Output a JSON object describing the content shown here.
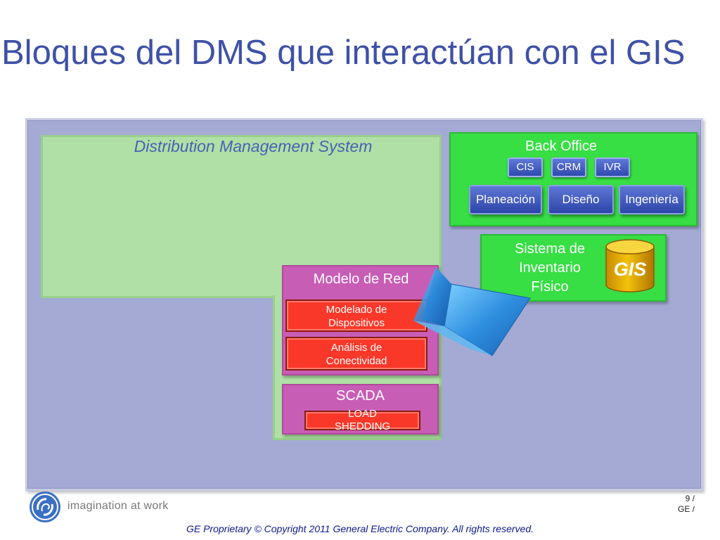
{
  "title": "Bloques del DMS que interactúan con el GIS",
  "diagram": {
    "dms_label": "Distribution Management System",
    "back_office": {
      "title": "Back Office",
      "small_buttons": [
        "CIS",
        "CRM",
        "IVR"
      ],
      "big_buttons": [
        "Planeación",
        "Diseño",
        "Ingeniería"
      ]
    },
    "inventory": {
      "label_lines": [
        "Sistema de",
        "Inventario",
        "Físico"
      ],
      "db_label": "GIS"
    },
    "modelo_red": {
      "title": "Modelo de Red",
      "items": [
        {
          "line1": "Modelado de",
          "line2": "Dispositivos"
        },
        {
          "line1": "Análisis de",
          "line2": "Conectividad"
        }
      ]
    },
    "scada": {
      "title": "SCADA",
      "item": {
        "line1": "LOAD",
        "line2": "SHEDDING"
      }
    }
  },
  "colors": {
    "title": "#3f51a6",
    "panel": "#a4aad3",
    "dms": "#b0e0a6",
    "green_block": "#37de44",
    "magenta_block": "#c85db5",
    "red_item": "#f9382a",
    "blue_button": "#3b55bf",
    "arrow": "#3aa3e6"
  },
  "footer": {
    "tagline": "imagination at work",
    "page_line1": "9 /",
    "page_line2": "GE  /",
    "copyright": "GE Proprietary © Copyright 2011 General Electric Company. All rights reserved."
  }
}
